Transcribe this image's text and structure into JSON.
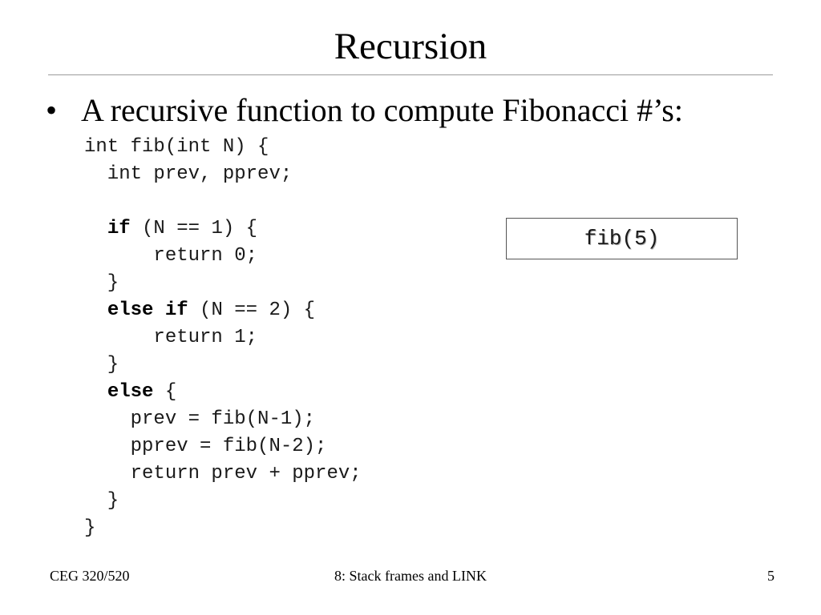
{
  "slide": {
    "title": "Recursion",
    "bullet": "A recursive function to compute Fibonacci #’s:",
    "code_lines": [
      [
        {
          "t": "int fib(int N) {"
        }
      ],
      [
        {
          "t": "  int prev, pprev;"
        }
      ],
      [
        {
          "t": ""
        }
      ],
      [
        {
          "t": "  "
        },
        {
          "t": "if",
          "kw": true
        },
        {
          "t": " (N == 1) {"
        }
      ],
      [
        {
          "t": "      return 0;"
        }
      ],
      [
        {
          "t": "  }"
        }
      ],
      [
        {
          "t": "  "
        },
        {
          "t": "else if",
          "kw": true
        },
        {
          "t": " (N == 2) {"
        }
      ],
      [
        {
          "t": "      return 1;"
        }
      ],
      [
        {
          "t": "  }"
        }
      ],
      [
        {
          "t": "  "
        },
        {
          "t": "else",
          "kw": true
        },
        {
          "t": " {"
        }
      ],
      [
        {
          "t": "    prev = fib(N-1);"
        }
      ],
      [
        {
          "t": "    pprev = fib(N-2);"
        }
      ],
      [
        {
          "t": "    return prev + pprev;"
        }
      ],
      [
        {
          "t": "  }"
        }
      ],
      [
        {
          "t": "}"
        }
      ]
    ],
    "call_box": "fib(5)"
  },
  "footer": {
    "course": "CEG 320/520",
    "lecture": "8: Stack frames and LINK",
    "page": "5"
  }
}
